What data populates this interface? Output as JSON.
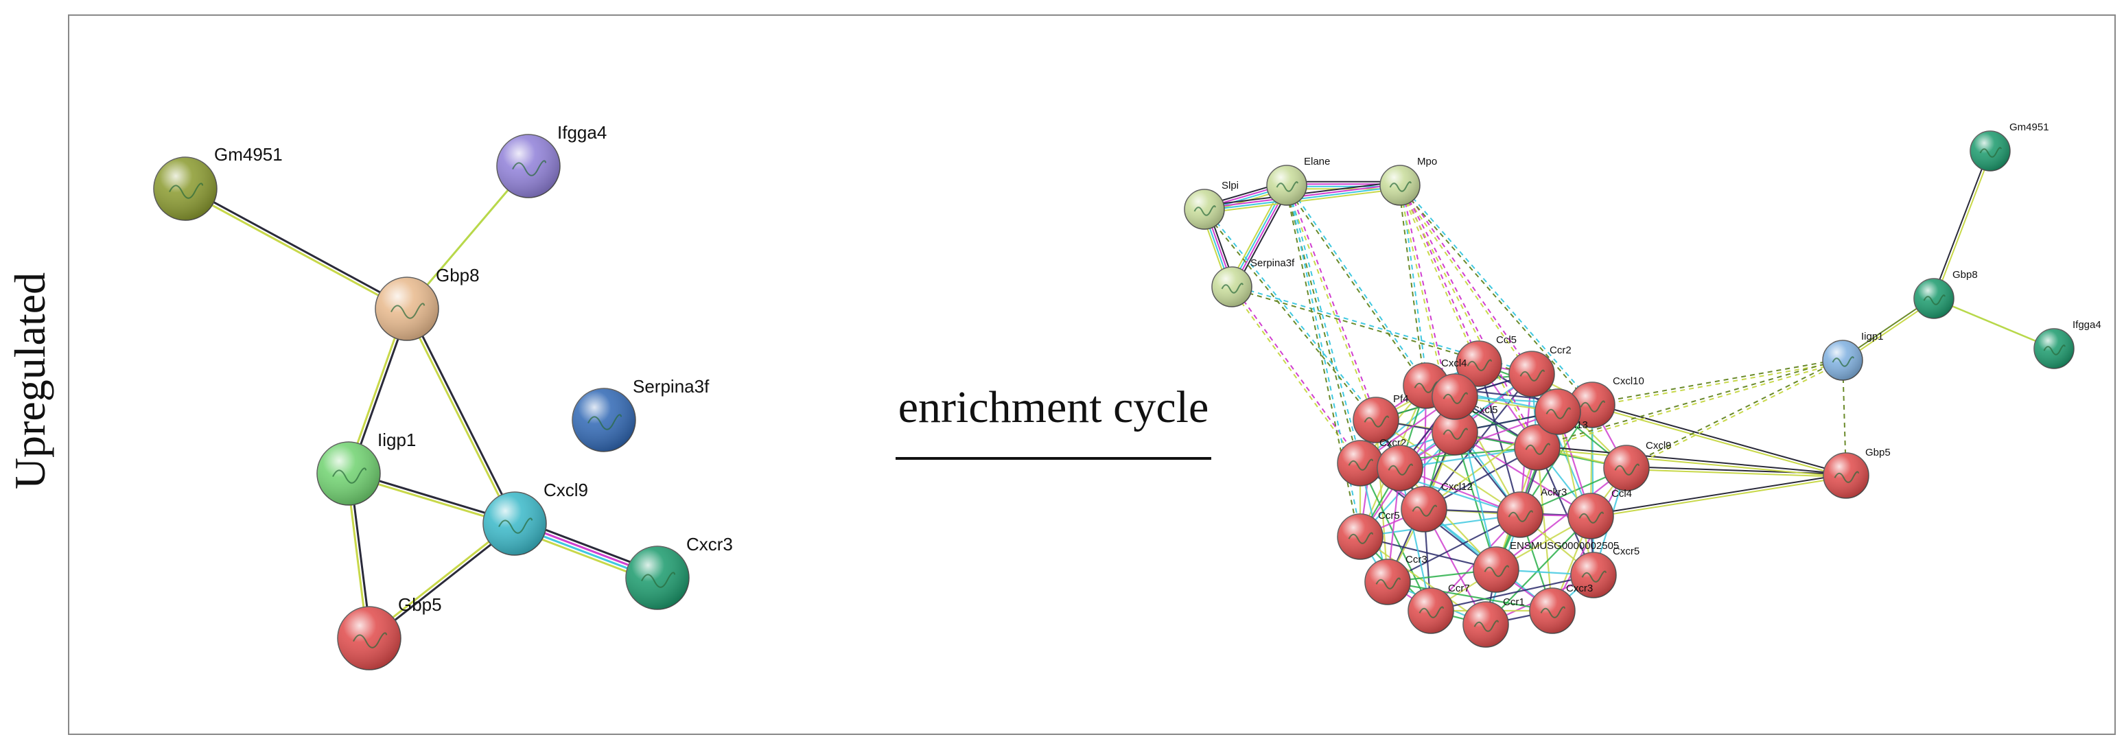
{
  "side_label": "Upregulated",
  "center_label": "enrichment cycle",
  "palette": {
    "olive": "#8a9a2e",
    "purple": "#8f7fd8",
    "tan": "#e8b98c",
    "teal_light": "#39b8c8",
    "green_light": "#6fd26f",
    "blue": "#2f67b4",
    "green": "#1a9a6c",
    "red": "#e04a4a",
    "sage": "#c8dc9a",
    "blue_light": "#7fb0e0"
  },
  "left_network": {
    "nodes": [
      {
        "id": "Gm4951",
        "label": "Gm4951",
        "color": "olive"
      },
      {
        "id": "Ifgga4",
        "label": "Ifgga4",
        "color": "purple"
      },
      {
        "id": "Gbp8",
        "label": "Gbp8",
        "color": "tan"
      },
      {
        "id": "Serpina3f",
        "label": "Serpina3f",
        "color": "blue"
      },
      {
        "id": "Iigp1",
        "label": "Iigp1",
        "color": "green_light"
      },
      {
        "id": "Cxcl9",
        "label": "Cxcl9",
        "color": "teal_light"
      },
      {
        "id": "Cxcr3",
        "label": "Cxcr3",
        "color": "green"
      },
      {
        "id": "Gbp5",
        "label": "Gbp5",
        "color": "red"
      }
    ],
    "edges": [
      {
        "source": "Gm4951",
        "target": "Gbp8",
        "colors": [
          "#2a2a3a",
          "#c8d84a"
        ]
      },
      {
        "source": "Ifgga4",
        "target": "Gbp8",
        "colors": [
          "#b8d84a"
        ]
      },
      {
        "source": "Gbp8",
        "target": "Iigp1",
        "colors": [
          "#2a2a3a",
          "#c8d84a"
        ]
      },
      {
        "source": "Gbp8",
        "target": "Cxcl9",
        "colors": [
          "#2a2a3a",
          "#c8d84a"
        ]
      },
      {
        "source": "Iigp1",
        "target": "Cxcl9",
        "colors": [
          "#2a2a3a",
          "#c8d84a"
        ]
      },
      {
        "source": "Iigp1",
        "target": "Gbp5",
        "colors": [
          "#2a2a3a",
          "#c8d84a"
        ]
      },
      {
        "source": "Cxcl9",
        "target": "Gbp5",
        "colors": [
          "#2a2a3a",
          "#c8d84a"
        ]
      },
      {
        "source": "Cxcl9",
        "target": "Cxcr3",
        "colors": [
          "#2a2a3a",
          "#d040d0",
          "#40c8e0",
          "#c8d84a"
        ]
      }
    ]
  },
  "right_network": {
    "nodes": [
      {
        "id": "Slpi",
        "label": "Slpi",
        "color": "sage"
      },
      {
        "id": "Elane",
        "label": "Elane",
        "color": "sage"
      },
      {
        "id": "Mpo",
        "label": "Mpo",
        "color": "sage"
      },
      {
        "id": "Serpina3f",
        "label": "Serpina3f",
        "color": "sage"
      },
      {
        "id": "Ccl5",
        "label": "Ccl5",
        "color": "red"
      },
      {
        "id": "Ccr2",
        "label": "Ccr2",
        "color": "red"
      },
      {
        "id": "Cxcl4",
        "label": "Cxcl4",
        "color": "red"
      },
      {
        "id": "Cxcl10",
        "label": "Cxcl10",
        "color": "red"
      },
      {
        "id": "Pf4",
        "label": "Pf4",
        "color": "red"
      },
      {
        "id": "Cxcl5",
        "label": "Cxcl5",
        "color": "red"
      },
      {
        "id": "Cxcl13",
        "label": "Cxcl13",
        "color": "red"
      },
      {
        "id": "Cxcr2",
        "label": "Cxcr2",
        "color": "red"
      },
      {
        "id": "Cxcl9",
        "label": "Cxcl9",
        "color": "red"
      },
      {
        "id": "Cxcl12",
        "label": "Cxcl12",
        "color": "red"
      },
      {
        "id": "Ackr3",
        "label": "Ackr3",
        "color": "red"
      },
      {
        "id": "Ccl4",
        "label": "Ccl4",
        "color": "red"
      },
      {
        "id": "Ccr5",
        "label": "Ccr5",
        "color": "red"
      },
      {
        "id": "ENSMUSG",
        "label": "ENSMUSG0000002505",
        "color": "red"
      },
      {
        "id": "Cxcr5",
        "label": "Cxcr5",
        "color": "red"
      },
      {
        "id": "Ccr3",
        "label": "Ccr3",
        "color": "red"
      },
      {
        "id": "Ccr7",
        "label": "Ccr7",
        "color": "red"
      },
      {
        "id": "Ccr1",
        "label": "Ccr1",
        "color": "red"
      },
      {
        "id": "Cxcr3",
        "label": "Cxcr3",
        "color": "red"
      },
      {
        "id": "Xa",
        "label": "",
        "color": "red"
      },
      {
        "id": "Xb",
        "label": "",
        "color": "red"
      },
      {
        "id": "Xc",
        "label": "",
        "color": "red"
      },
      {
        "id": "Iigp1",
        "label": "Iigp1",
        "color": "blue_light"
      },
      {
        "id": "Gbp5",
        "label": "Gbp5",
        "color": "red"
      },
      {
        "id": "Gbp8",
        "label": "Gbp8",
        "color": "green"
      },
      {
        "id": "Gm4951",
        "label": "Gm4951",
        "color": "green"
      },
      {
        "id": "Ifgga4",
        "label": "Ifgga4",
        "color": "green"
      }
    ]
  }
}
